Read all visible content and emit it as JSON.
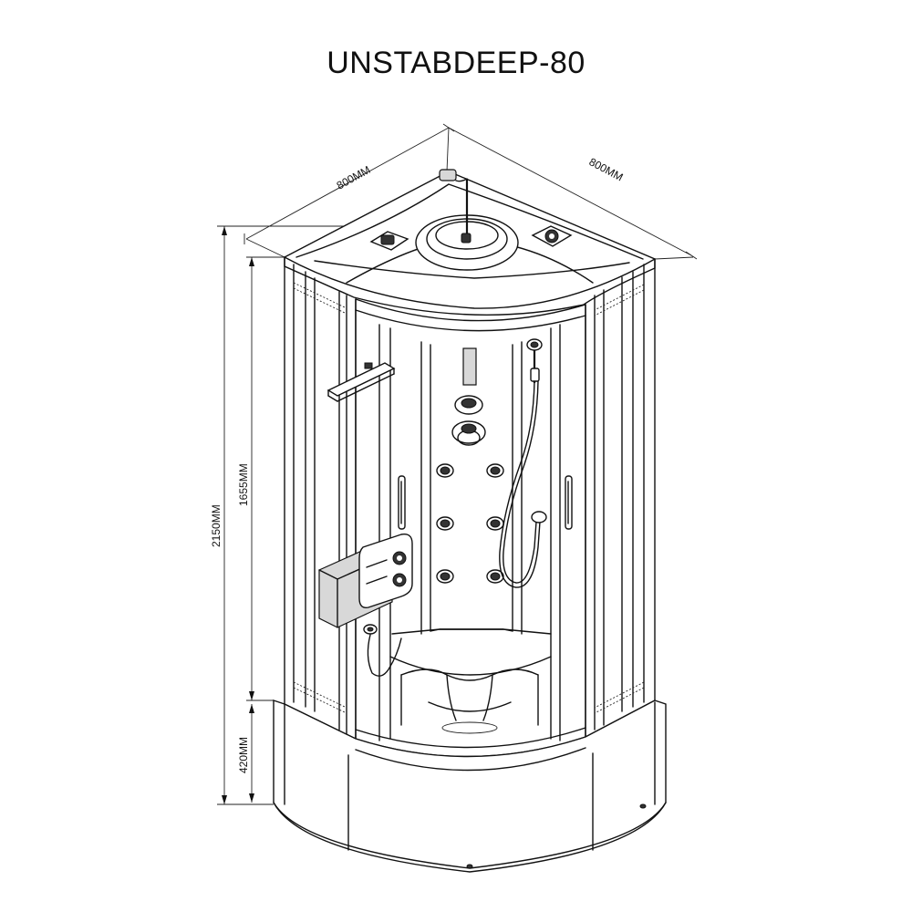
{
  "title": "UNSTABDEEP-80",
  "dimensions": {
    "width_left": "800MM",
    "width_right": "800MM",
    "total_height": "2150MM",
    "cabin_height": "1655MM",
    "tray_height": "420MM"
  }
}
